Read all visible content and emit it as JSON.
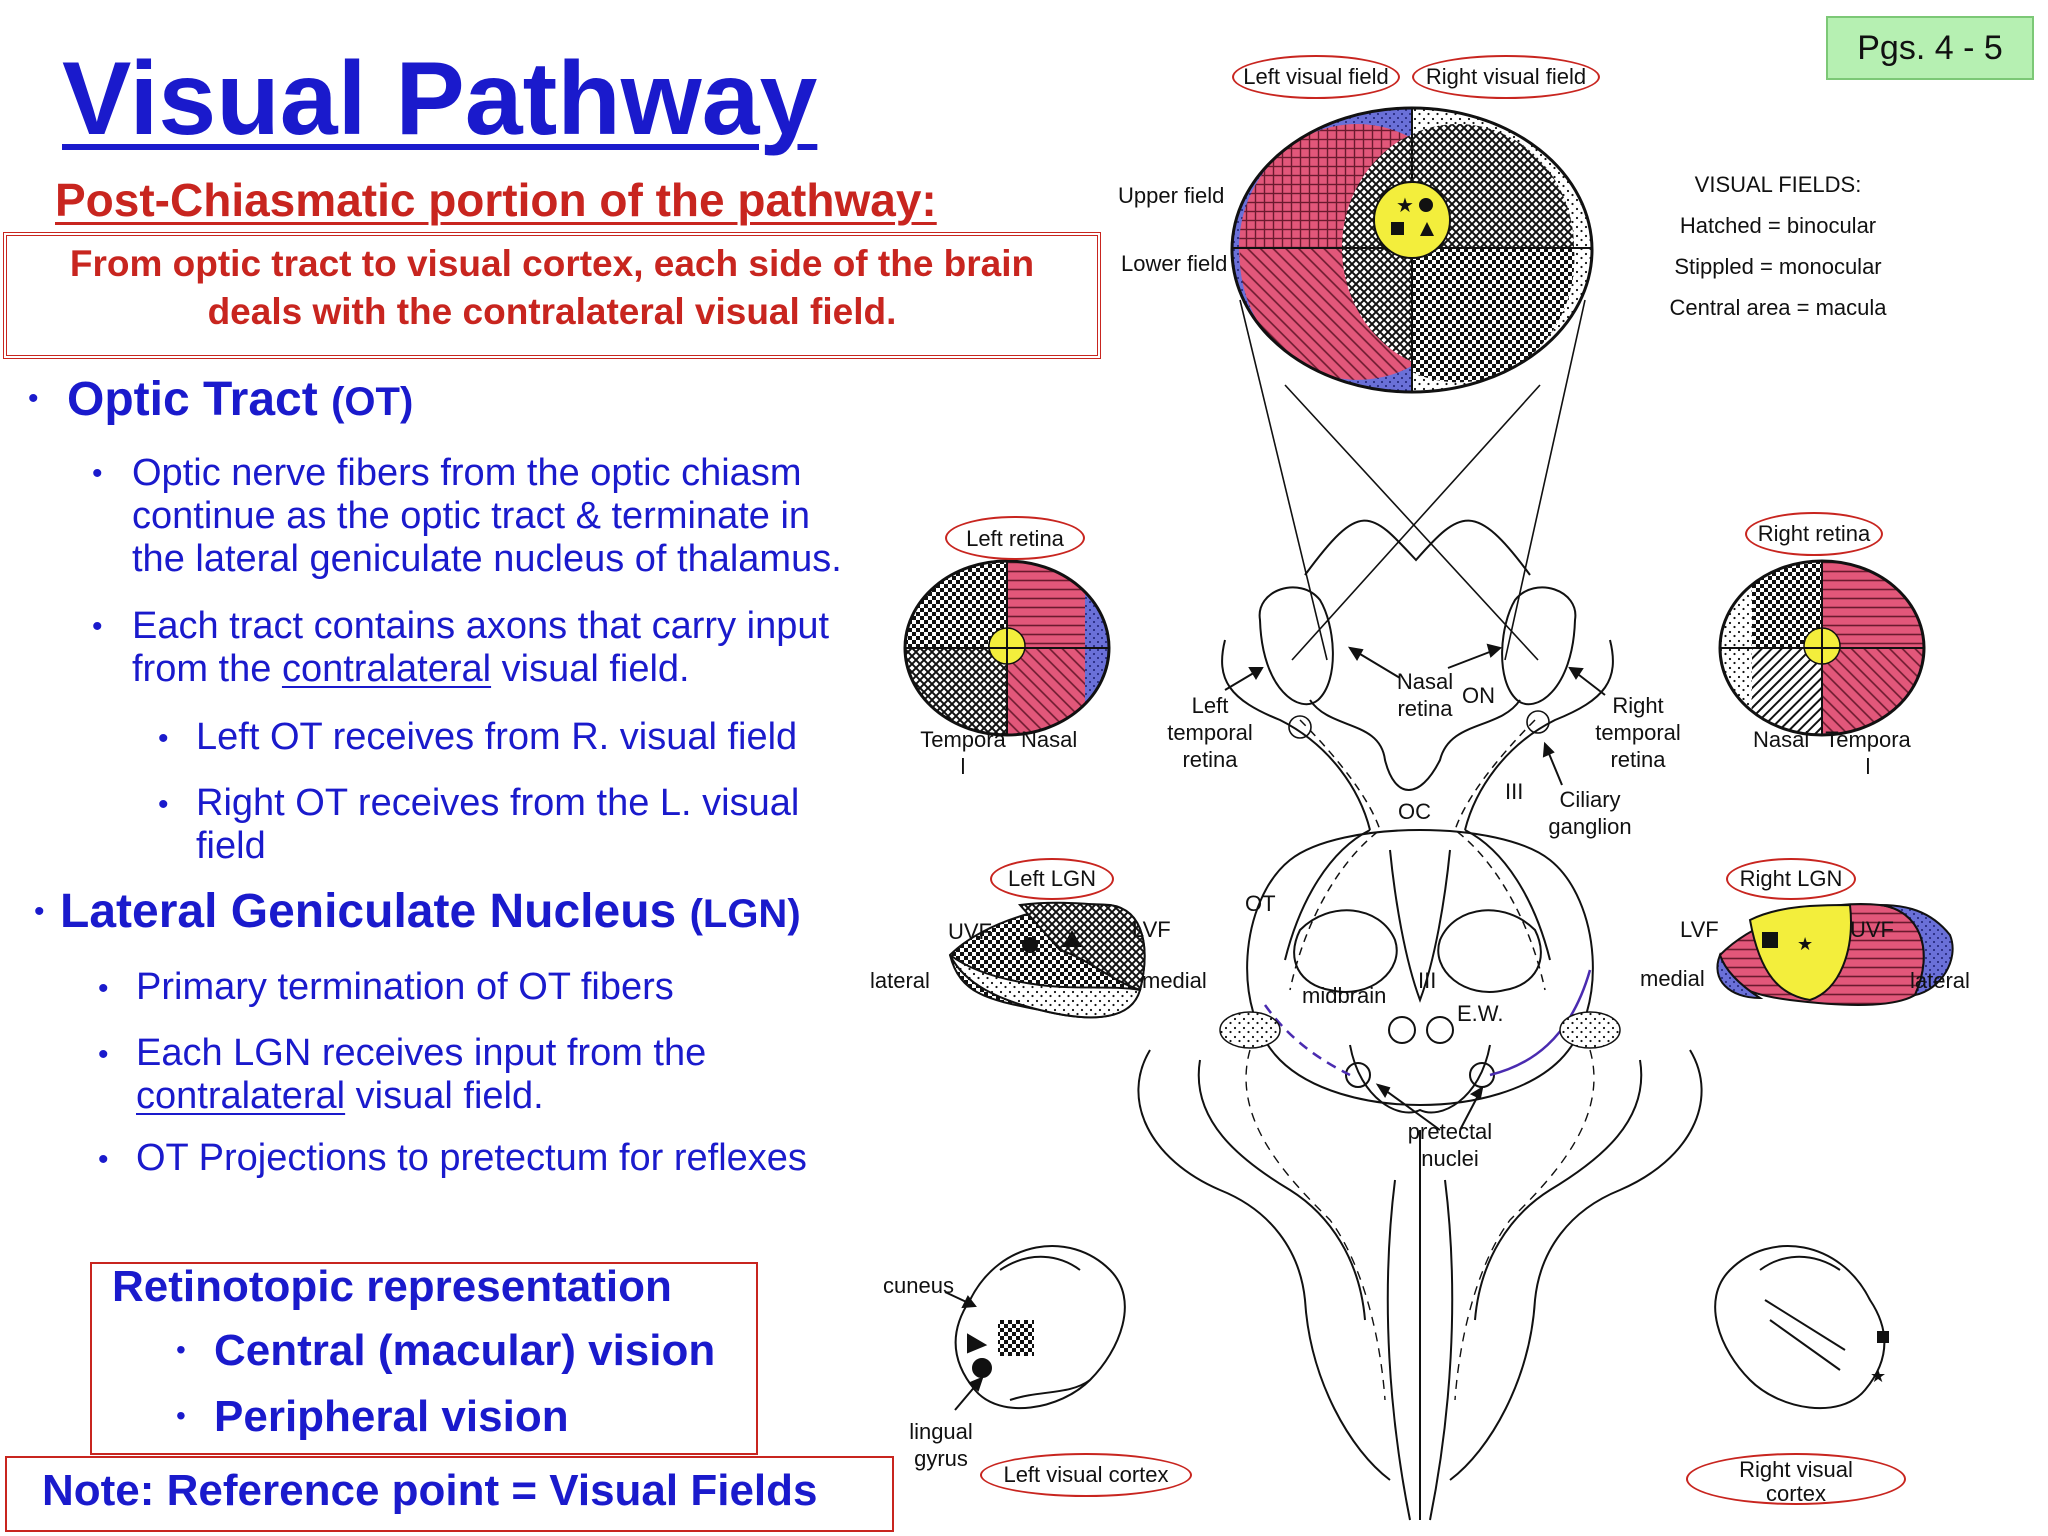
{
  "page": {
    "pages_badge": "Pgs. 4 - 5",
    "title": "Visual Pathway",
    "subtitle": "Post-Chiasmatic portion of the pathway:",
    "summary_line1": "From optic tract to visual cortex, each side of the brain",
    "summary_line2": "deals with the contralateral visual field."
  },
  "optic_tract": {
    "heading": "Optic Tract",
    "abbr": "(OT)",
    "point1_line1": "Optic nerve fibers from the optic chiasm",
    "point1_line2": "continue as the optic tract & terminate in",
    "point1_line3": "the lateral geniculate nucleus of thalamus.",
    "point2_line1": "Each tract contains axons that carry input",
    "point2_line2_pre": "from the ",
    "point2_line2_u": "contralateral",
    "point2_line2_post": " visual field.",
    "sub1": "Left OT receives from R. visual field",
    "sub2_line1": "Right OT receives from the L. visual",
    "sub2_line2": "field"
  },
  "lgn": {
    "heading": "Lateral Geniculate Nucleus",
    "abbr": "(LGN)",
    "point1": "Primary termination of OT fibers",
    "point2_line1": "Each LGN receives input from the",
    "point2_line2_u": "contralateral",
    "point2_line2_post": " visual field.",
    "point3": "OT Projections to pretectum for reflexes"
  },
  "retinotopic": {
    "heading": "Retinotopic representation",
    "item1": "Central (macular) vision",
    "item2": "Peripheral vision"
  },
  "note": "Note:  Reference point = Visual Fields",
  "diagram": {
    "left_visual_field": "Left visual field",
    "right_visual_field": "Right visual field",
    "upper_field": "Upper field",
    "lower_field": "Lower field",
    "legend_title": "VISUAL FIELDS:",
    "legend_hatched": "Hatched = binocular",
    "legend_stippled": "Stippled = monocular",
    "legend_central": "Central area = macula",
    "left_retina": "Left retina",
    "right_retina": "Right retina",
    "left_retina_temporal_1": "Tempora",
    "left_retina_temporal_2": "l",
    "left_retina_nasal": "Nasal",
    "right_retina_nasal": "Nasal",
    "right_retina_temporal_1": "Tempora",
    "right_retina_temporal_2": "l",
    "left_temporal_retina_1": "Left",
    "left_temporal_retina_2": "temporal",
    "left_temporal_retina_3": "retina",
    "nasal_retina_1": "Nasal",
    "nasal_retina_2": "retina",
    "on": "ON",
    "right_temporal_retina_1": "Right",
    "right_temporal_retina_2": "temporal",
    "right_temporal_retina_3": "retina",
    "iii_top": "III",
    "ciliary_1": "Ciliary",
    "ciliary_2": "ganglion",
    "oc": "OC",
    "ot": "OT",
    "left_lgn": "Left LGN",
    "right_lgn": "Right LGN",
    "left_uvf": "UVF",
    "left_lvf": "LVF",
    "left_lateral": "lateral",
    "left_medial": "medial",
    "right_lvf": "LVF",
    "right_uvf": "UVF",
    "right_medial": "medial",
    "right_lateral": "lateral",
    "midbrain": "midbrain",
    "iii_mid": "III",
    "ew": "E.W.",
    "pretectal_1": "pretectal",
    "pretectal_2": "nuclei",
    "cuneus": "cuneus",
    "lingual_1": "lingual",
    "lingual_2": "gyrus",
    "left_visual_cortex": "Left visual cortex",
    "right_visual_cortex_1": "Right visual",
    "right_visual_cortex_2": "cortex"
  },
  "colors": {
    "title_blue": "#1a1acc",
    "accent_red": "#c8251f",
    "field_pink": "#e2577a",
    "field_blue": "#6a70d8",
    "macula_yellow": "#f3ee3c",
    "badge_green": "#b6f0b2"
  }
}
